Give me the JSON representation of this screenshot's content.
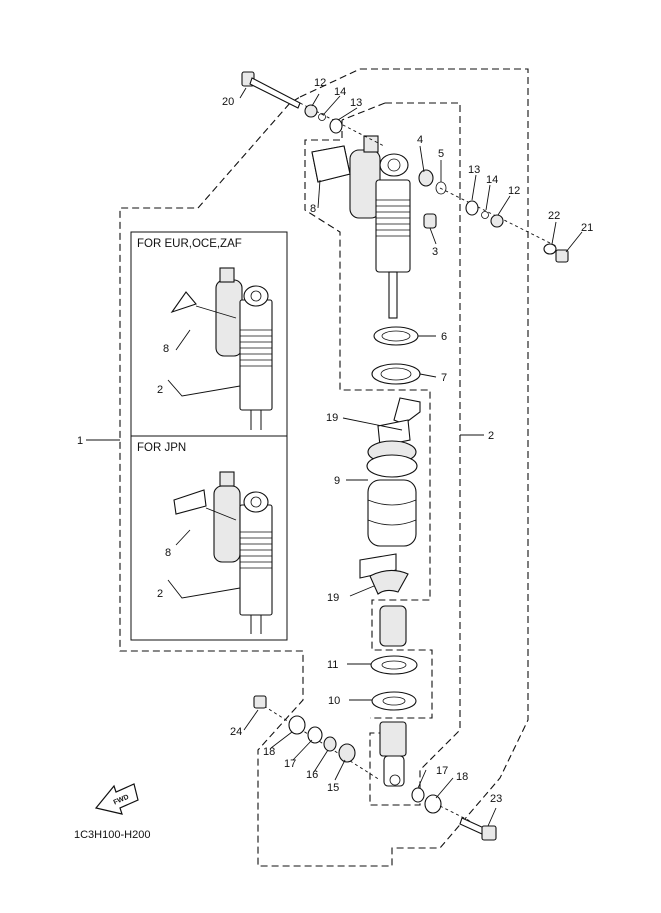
{
  "diagram": {
    "title_code": "1C3H100-H200",
    "fwd_label": "FWD",
    "variant_boxes": [
      {
        "title": "FOR EUR,OCE,ZAF",
        "labels": [
          "8",
          "2"
        ]
      },
      {
        "title": "FOR JPN",
        "labels": [
          "8",
          "2"
        ]
      }
    ],
    "callouts": {
      "c1": "1",
      "c2_right": "2",
      "c3": "3",
      "c4": "4",
      "c5": "5",
      "c6": "6",
      "c7": "7",
      "c8_main": "8",
      "c9": "9",
      "c10": "10",
      "c11": "11",
      "c12_top": "12",
      "c12_right": "12",
      "c13_top": "13",
      "c13_right": "13",
      "c14_top": "14",
      "c14_right": "14",
      "c15": "15",
      "c16": "16",
      "c17_left": "17",
      "c17_right": "17",
      "c18_left": "18",
      "c18_right": "18",
      "c19_top": "19",
      "c19_bottom": "19",
      "c20": "20",
      "c21": "21",
      "c22": "22",
      "c23": "23",
      "c24": "24"
    }
  }
}
